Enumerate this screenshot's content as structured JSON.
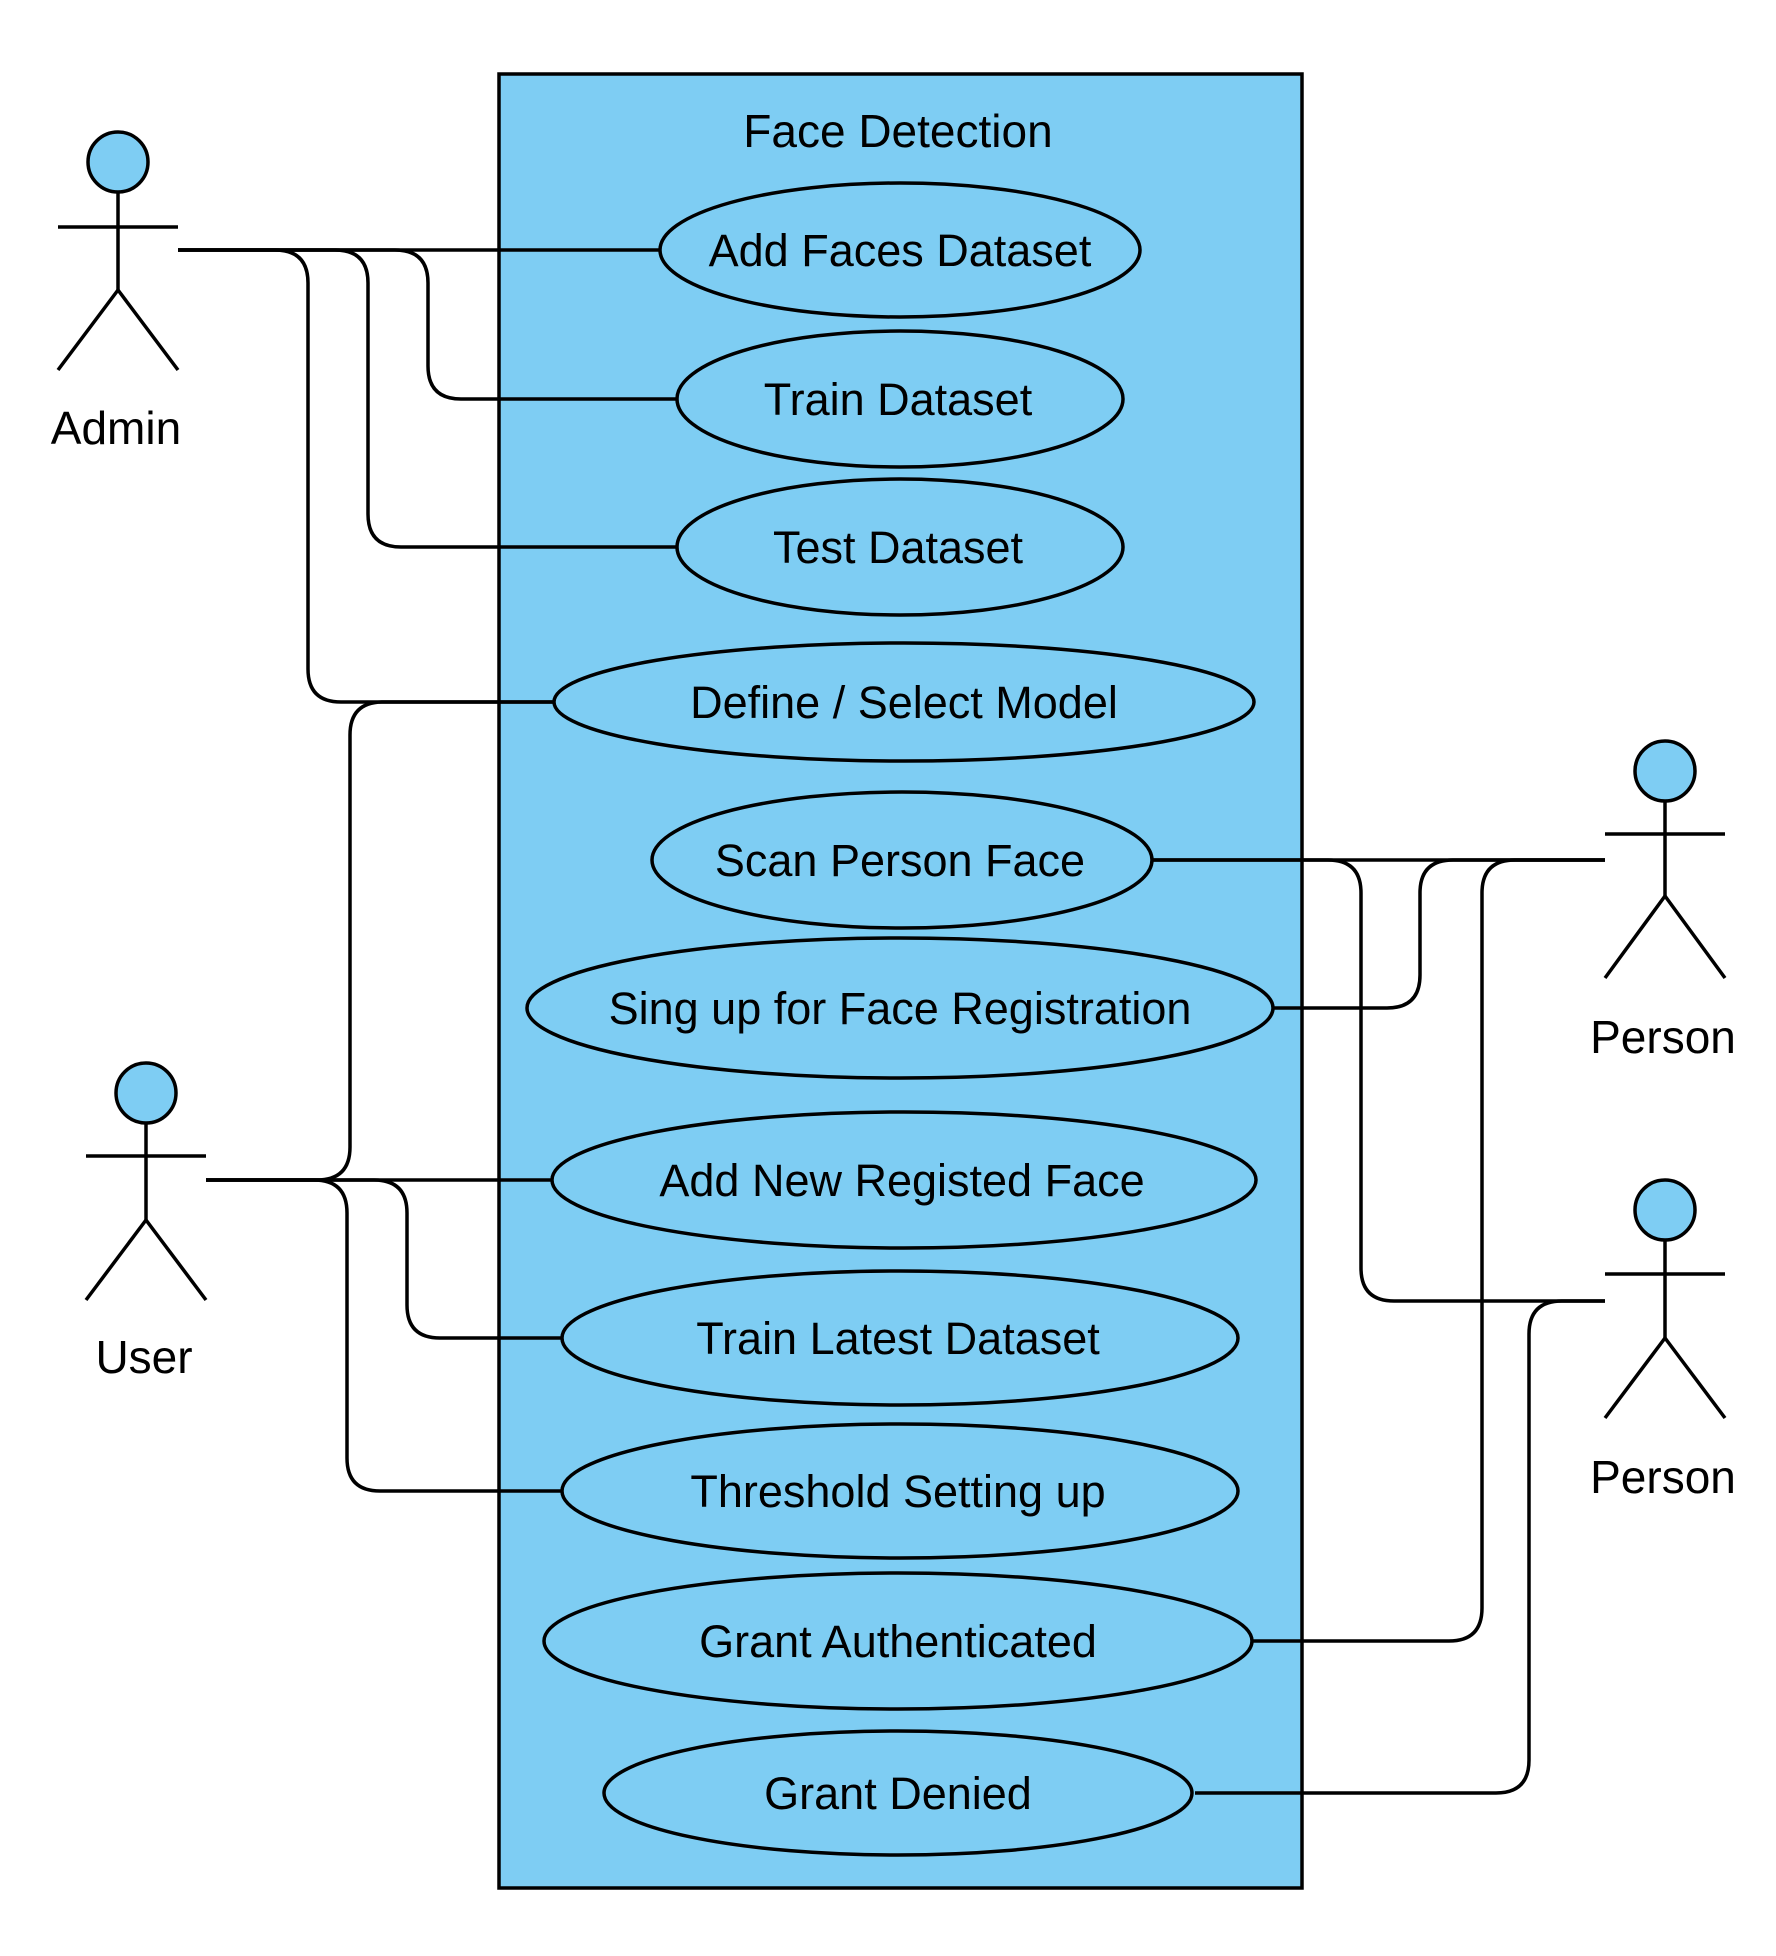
{
  "colors": {
    "fill": "#7ECDF3",
    "stroke": "#000000",
    "background": "#FFFFFF"
  },
  "system": {
    "title": "Face Detection"
  },
  "actors": {
    "admin": "Admin",
    "user": "User",
    "person_top": "Person",
    "person_bottom": "Person"
  },
  "use_cases": {
    "add_faces_dataset": "Add Faces Dataset",
    "train_dataset": "Train Dataset",
    "test_dataset": "Test Dataset",
    "define_select_model": "Define / Select Model",
    "scan_person_face": "Scan Person Face",
    "sign_up_face_registration": "Sing up for Face Registration",
    "add_new_registed_face": "Add New Registed Face",
    "train_latest_dataset": "Train Latest Dataset",
    "threshold_setting_up": "Threshold Setting up",
    "grant_authenticated": "Grant Authenticated",
    "grant_denied": "Grant Denied"
  },
  "associations": [
    {
      "from": "Admin",
      "to": "Add Faces Dataset"
    },
    {
      "from": "Admin",
      "to": "Train Dataset"
    },
    {
      "from": "Admin",
      "to": "Test Dataset"
    },
    {
      "from": "Admin",
      "to": "Define / Select Model"
    },
    {
      "from": "User",
      "to": "Define / Select Model"
    },
    {
      "from": "User",
      "to": "Add New Registed Face"
    },
    {
      "from": "User",
      "to": "Train Latest Dataset"
    },
    {
      "from": "User",
      "to": "Threshold Setting up"
    },
    {
      "from": "Person",
      "to": "Scan Person Face"
    },
    {
      "from": "Person",
      "to": "Sing up for Face Registration"
    },
    {
      "from": "Person",
      "to": "Grant Authenticated"
    },
    {
      "from": "Person",
      "to": "Scan Person Face"
    },
    {
      "from": "Person",
      "to": "Grant Denied"
    }
  ]
}
